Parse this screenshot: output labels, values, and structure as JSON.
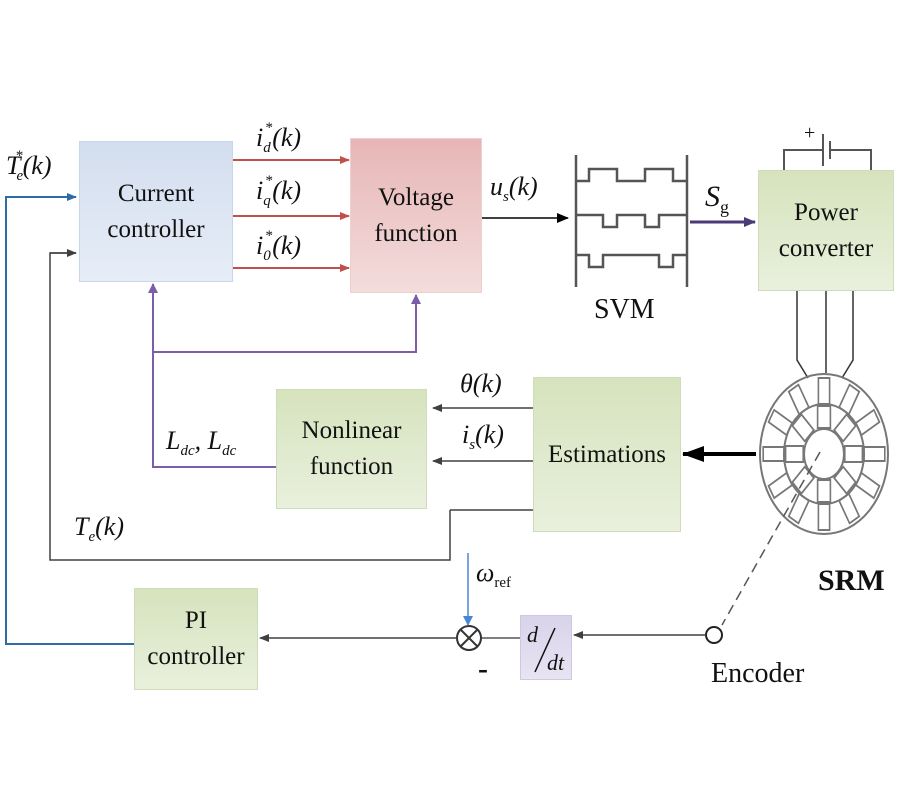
{
  "blocks": {
    "current_controller": [
      "Current",
      "controller"
    ],
    "voltage_function": [
      "Voltage",
      "function"
    ],
    "power_converter": [
      "Power",
      "converter"
    ],
    "nonlinear_function": [
      "Nonlinear",
      "function"
    ],
    "estimations": [
      "Estimations"
    ],
    "pi_controller": [
      "PI",
      "controller"
    ],
    "derivative": {
      "numerator": "d",
      "denominator": "dt"
    }
  },
  "signals": {
    "torque_ref": {
      "base": "T",
      "sub": "e",
      "sup": "*",
      "arg": "(k)"
    },
    "id_ref": {
      "base": "i",
      "sub": "d",
      "sup": "*",
      "arg": "(k)"
    },
    "iq_ref": {
      "base": "i",
      "sub": "q",
      "sup": "*",
      "arg": "(k)"
    },
    "i0_ref": {
      "base": "i",
      "sub": "0",
      "sup": "*",
      "arg": "(k)"
    },
    "us": {
      "base": "u",
      "sub": "s",
      "arg": "(k)"
    },
    "sg": {
      "base": "S",
      "sub": "g"
    },
    "theta": {
      "base": "θ",
      "arg": "(k)"
    },
    "is": {
      "base": "i",
      "sub": "s",
      "arg": "(k)"
    },
    "inductance": {
      "text1": "L",
      "sub1": "dc",
      "sep": ", ",
      "text2": "L",
      "sub2": "dc"
    },
    "torque_est": {
      "base": "T",
      "sub": "e",
      "arg": "(k)"
    },
    "omega_ref": {
      "base": "ω",
      "sub": "ref"
    },
    "minus_sign": "-",
    "battery_plus": "+"
  },
  "labels": {
    "svm": "SVM",
    "srm": "SRM",
    "encoder": "Encoder"
  },
  "colors": {
    "torque_ref_line": "#2e6da4",
    "current_ref_lines": "#c0504d",
    "inductance_lines": "#7b5ea7",
    "sg_line": "#4b3a78",
    "generic_line": "#404040",
    "omega_line": "#4a86d8"
  }
}
